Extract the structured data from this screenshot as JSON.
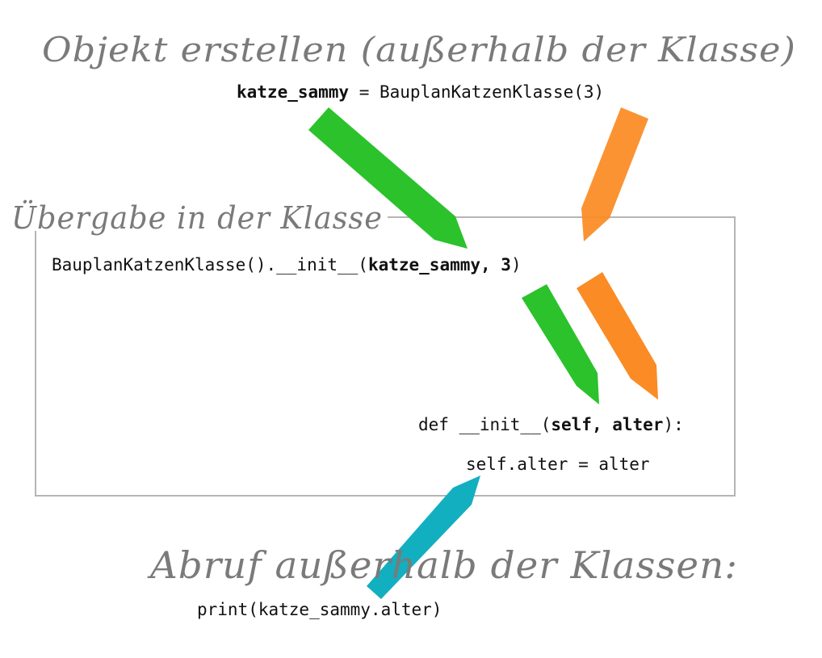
{
  "headings": {
    "create_object": "Objekt erstellen (außerhalb der Klasse)",
    "transfer_in_class": "Übergabe in der Klasse",
    "call_outside": "Abruf außerhalb der Klassen:"
  },
  "code": {
    "instantiation": {
      "var": "katze_sammy",
      "assign": " = BauplanKatzenKlasse(3)"
    },
    "init_call": {
      "prefix": "BauplanKatzenKlasse().__init__(",
      "args": "katze_sammy, 3",
      "suffix": ")"
    },
    "def_line": {
      "prefix": "def __init__(",
      "params": "self, alter",
      "suffix": "):"
    },
    "assign_line": "self.alter = alter",
    "print_line": "print(katze_sammy.alter)"
  },
  "colors": {
    "object_arrow": "#2bc22b",
    "value_arrow": "#fb8b24",
    "access_arrow": "#12afc0",
    "box_border": "#b5b5b5",
    "handwriting": "#7a7a7a",
    "code_text": "#111111"
  }
}
